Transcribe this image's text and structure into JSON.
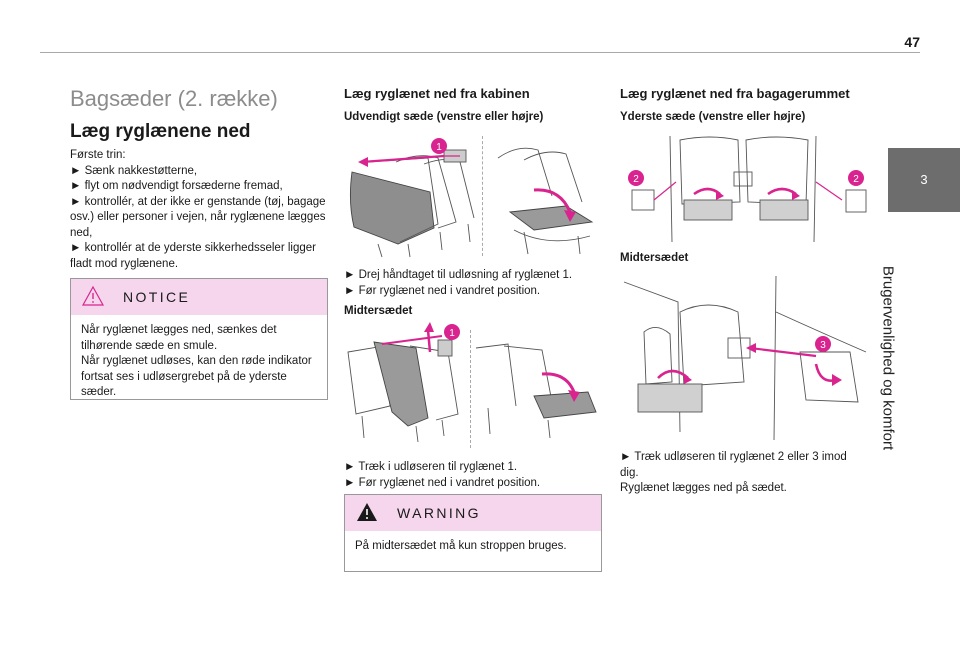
{
  "page_number": "47",
  "chapter_tab": "3",
  "side_title": "Brugervenlighed og komfort",
  "col1": {
    "section_title": "Bagsæder (2. række)",
    "heading": "Læg ryglænene ned",
    "intro": "Første trin:",
    "steps": [
      "► Sænk nakkestøtterne,",
      "► flyt om nødvendigt forsæderne fremad,",
      "► kontrollér, at der ikke er genstande (tøj, bagage osv.) eller personer i vejen, når ryglænene lægges ned,",
      "► kontrollér at de yderste sikkerhedsseler ligger fladt mod ryglænene."
    ],
    "notice": {
      "title": "NOTICE",
      "lines": [
        "Når ryglænet lægges ned, sænkes det tilhørende sæde en smule.",
        "Når ryglænet udløses, kan den røde indikator fortsat ses i udløsergrebet på de yderste sæder."
      ]
    }
  },
  "col2": {
    "heading": "Læg ryglænet ned fra kabinen",
    "sub1": "Udvendigt sæde (venstre eller højre)",
    "fig1_callout": "1",
    "steps1": [
      "► Drej håndtaget til udløsning af ryglænet 1.",
      "► Før ryglænet ned i vandret position."
    ],
    "sub2": "Midtersædet",
    "fig2_callout": "1",
    "steps2": [
      "► Træk i udløseren til ryglænet 1.",
      "► Før ryglænet ned i vandret position."
    ],
    "warning": {
      "title": "WARNING",
      "text": "På midtersædet må kun stroppen bruges."
    }
  },
  "col3": {
    "heading": "Læg ryglænet ned fra bagagerummet",
    "sub1": "Yderste sæde (venstre eller højre)",
    "fig3_callouts": [
      "2",
      "2"
    ],
    "sub2": "Midtersædet",
    "fig4_callout": "3",
    "text_lines": [
      "► Træk udløseren til ryglænet 2 eller 3 imod dig.",
      "Ryglænet lægges ned på sædet."
    ]
  },
  "colors": {
    "accent_magenta": "#d9248f",
    "notice_bg": "#f6d6ed",
    "tab_gray": "#6d6d6d"
  }
}
